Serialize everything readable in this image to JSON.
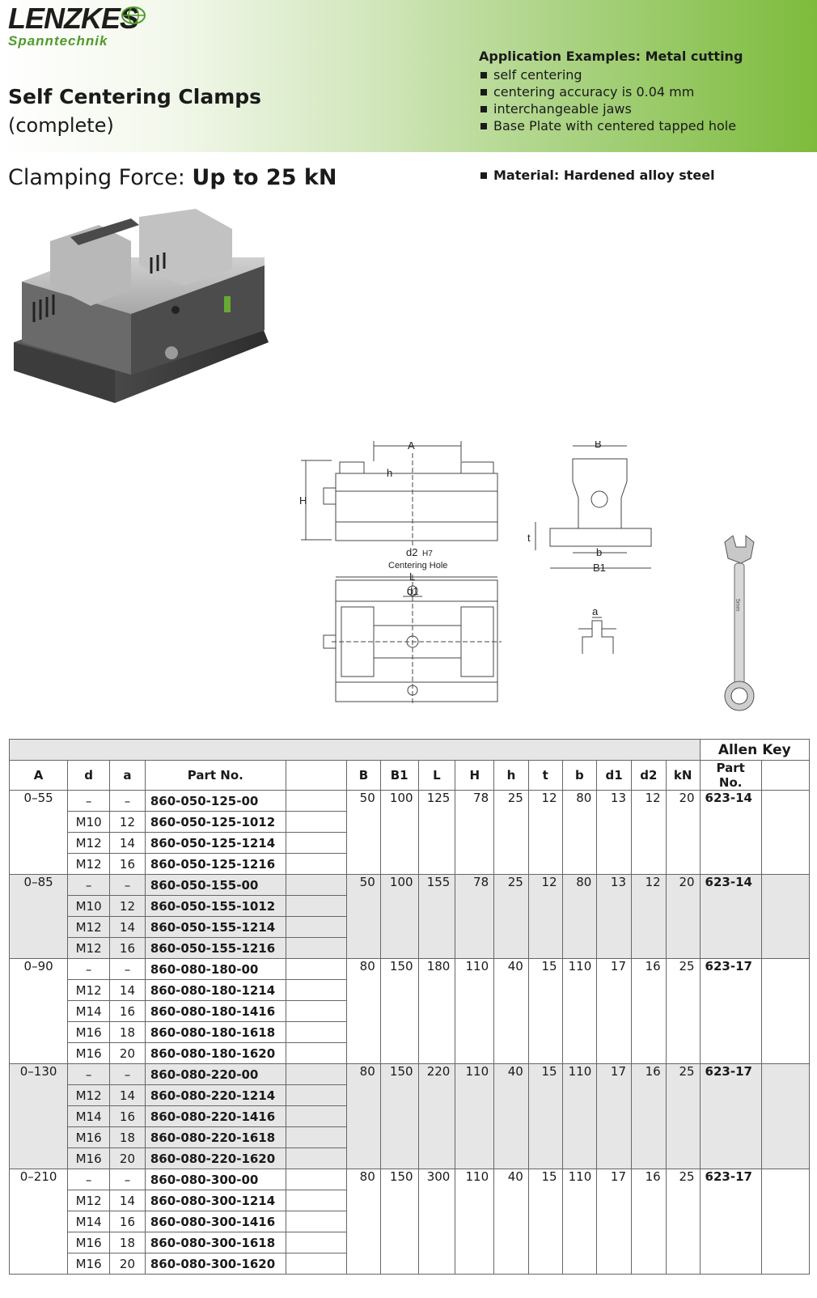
{
  "header": {
    "logo": "LENZKES",
    "logo_sub": "Spanntechnik",
    "title": "Self Centering Clamps",
    "subtitle": "(complete)",
    "apps_heading": "Application Examples: Metal cutting",
    "apps": [
      "self centering",
      "centering accuracy is 0.04 mm",
      "interchangeable jaws",
      "Base Plate with centered tapped hole"
    ],
    "force_label": "Clamping Force:",
    "force_value": "Up to 25 kN",
    "material": "Material: Hardened alloy steel"
  },
  "drawing_labels": {
    "A": "A",
    "h": "h",
    "H": "H",
    "d2": "d2",
    "H7": "H7",
    "centering": "Centering Hole",
    "L": "L",
    "d1": "d1",
    "B": "B",
    "b": "b",
    "B1": "B1",
    "t": "t",
    "a": "a"
  },
  "wrench_text": "5mm",
  "table": {
    "allen_key": "Allen Key",
    "headers": [
      "A",
      "d",
      "a",
      "Part No.",
      "",
      "B",
      "B1",
      "L",
      "H",
      "h",
      "t",
      "b",
      "d1",
      "d2",
      "kN",
      "Part No.",
      ""
    ],
    "groups": [
      {
        "A": "0–55",
        "dims": [
          "50",
          "100",
          "125",
          "78",
          "25",
          "12",
          "80",
          "13",
          "12",
          "20"
        ],
        "key": "623-14",
        "rows": [
          [
            "–",
            "–",
            "860-050-125-00"
          ],
          [
            "M10",
            "12",
            "860-050-125-1012"
          ],
          [
            "M12",
            "14",
            "860-050-125-1214"
          ],
          [
            "M12",
            "16",
            "860-050-125-1216"
          ]
        ]
      },
      {
        "A": "0–85",
        "dims": [
          "50",
          "100",
          "155",
          "78",
          "25",
          "12",
          "80",
          "13",
          "12",
          "20"
        ],
        "key": "623-14",
        "rows": [
          [
            "–",
            "–",
            "860-050-155-00"
          ],
          [
            "M10",
            "12",
            "860-050-155-1012"
          ],
          [
            "M12",
            "14",
            "860-050-155-1214"
          ],
          [
            "M12",
            "16",
            "860-050-155-1216"
          ]
        ]
      },
      {
        "A": "0–90",
        "dims": [
          "80",
          "150",
          "180",
          "110",
          "40",
          "15",
          "110",
          "17",
          "16",
          "25"
        ],
        "key": "623-17",
        "rows": [
          [
            "–",
            "–",
            "860-080-180-00"
          ],
          [
            "M12",
            "14",
            "860-080-180-1214"
          ],
          [
            "M14",
            "16",
            "860-080-180-1416"
          ],
          [
            "M16",
            "18",
            "860-080-180-1618"
          ],
          [
            "M16",
            "20",
            "860-080-180-1620"
          ]
        ]
      },
      {
        "A": "0–130",
        "dims": [
          "80",
          "150",
          "220",
          "110",
          "40",
          "15",
          "110",
          "17",
          "16",
          "25"
        ],
        "key": "623-17",
        "rows": [
          [
            "–",
            "–",
            "860-080-220-00"
          ],
          [
            "M12",
            "14",
            "860-080-220-1214"
          ],
          [
            "M14",
            "16",
            "860-080-220-1416"
          ],
          [
            "M16",
            "18",
            "860-080-220-1618"
          ],
          [
            "M16",
            "20",
            "860-080-220-1620"
          ]
        ]
      },
      {
        "A": "0–210",
        "dims": [
          "80",
          "150",
          "300",
          "110",
          "40",
          "15",
          "110",
          "17",
          "16",
          "25"
        ],
        "key": "623-17",
        "rows": [
          [
            "–",
            "–",
            "860-080-300-00"
          ],
          [
            "M12",
            "14",
            "860-080-300-1214"
          ],
          [
            "M14",
            "16",
            "860-080-300-1416"
          ],
          [
            "M16",
            "18",
            "860-080-300-1618"
          ],
          [
            "M16",
            "20",
            "860-080-300-1620"
          ]
        ]
      }
    ]
  }
}
